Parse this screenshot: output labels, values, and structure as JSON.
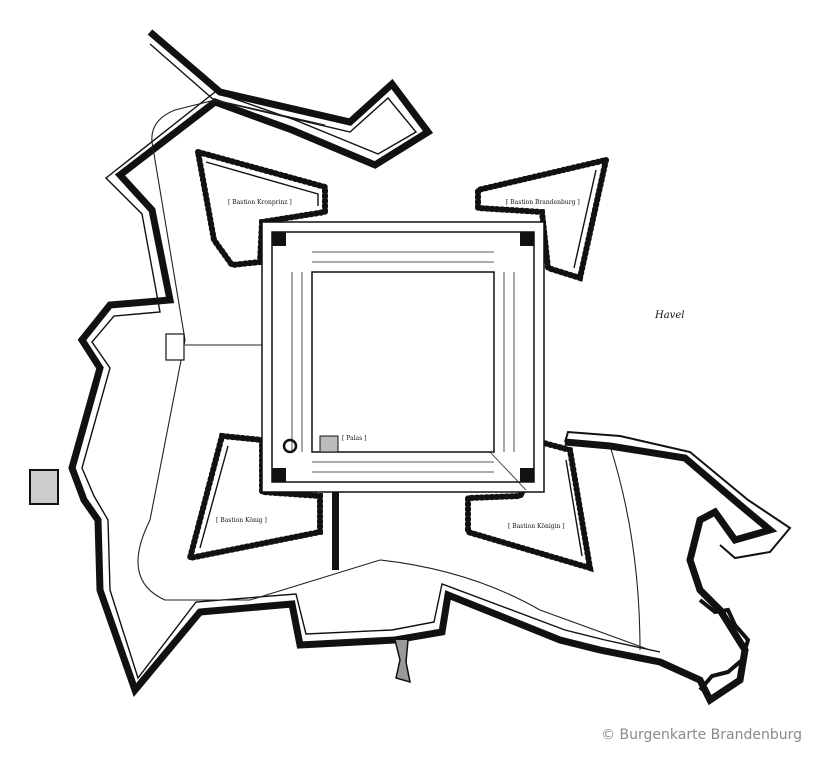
{
  "labels": {
    "bastion_top_left": "[ Bastion Kronprinz ]",
    "bastion_top_right": "[ Bastion Brandenburg ]",
    "bastion_bottom_left": "[ Bastion König ]",
    "bastion_bottom_right": "[ Bastion Königin ]",
    "palace": "[ Palas ]",
    "river": "Havel"
  },
  "copyright": "© Burgenkarte Brandenburg"
}
